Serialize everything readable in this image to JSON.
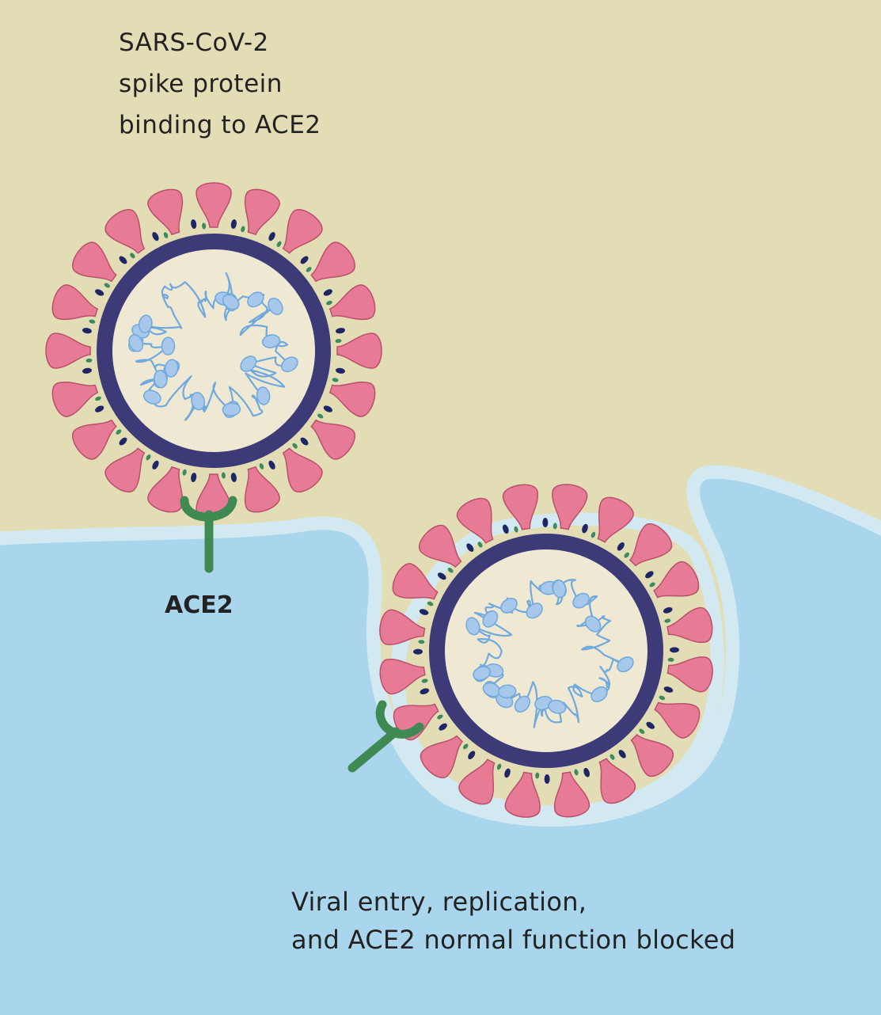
{
  "labels": {
    "top_line1": "SARS-CoV-2",
    "top_line2": "spike protein",
    "top_line3": "binding to ACE2",
    "receptor": "ACE2",
    "bottom_line1": "Viral entry, replication,",
    "bottom_line2": "and ACE2 normal function blocked"
  },
  "colors": {
    "extracellular": "#e3ddb5",
    "cell_cytoplasm": "#a9d6ec",
    "cell_membrane": "#d3e9f2",
    "virus_envelope": "#3d3a78",
    "virus_core": "#efe8d2",
    "rna_genome": "#6fa9de",
    "rna_nucleocapsid": "#a7c8ea",
    "spike_protein": "#e77b96",
    "spike_outline": "#b9506c",
    "membrane_protein": "#1e2666",
    "envelope_protein": "#3e8a5f",
    "ace2_receptor": "#3f8a52"
  },
  "icons": {
    "virus": "coronavirus-particle-icon",
    "receptor": "ace2-receptor-icon"
  }
}
